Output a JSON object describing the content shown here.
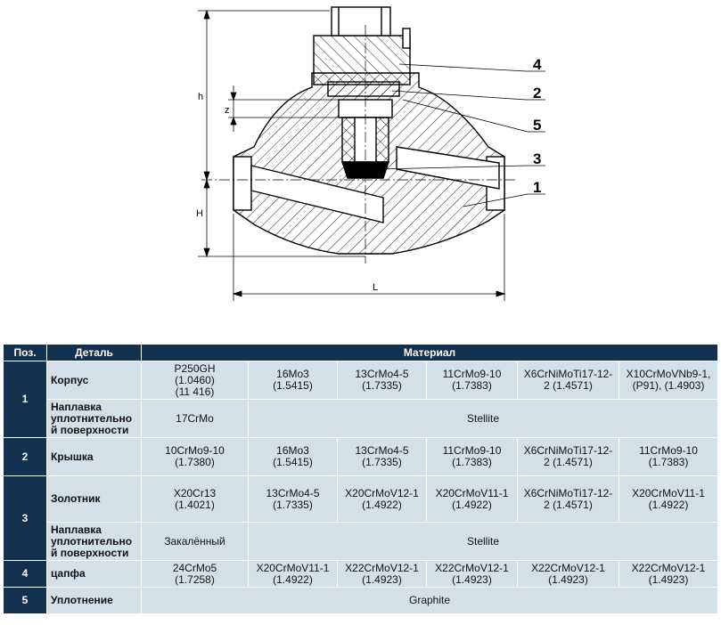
{
  "drawing": {
    "dimensions": {
      "h": "h",
      "z": "z",
      "H": "H",
      "L": "L"
    },
    "callouts": [
      "4",
      "2",
      "5",
      "3",
      "1"
    ]
  },
  "table": {
    "headers": {
      "pos": "Поз.",
      "part": "Деталь",
      "material": "Материал"
    },
    "rows": [
      {
        "pos": "1",
        "sub": [
          {
            "part": "Корпус",
            "cells": [
              [
                "P250GH",
                "(1.0460)",
                "(11 416)"
              ],
              [
                "16Mo3",
                "(1.5415)"
              ],
              [
                "13CrMo4-5",
                "(1.7335)"
              ],
              [
                "11CrMo9-10",
                "(1.7383)"
              ],
              [
                "X6CrNiMoTi17-12-",
                "2 (1.4571)"
              ],
              [
                "X10CrMoVNb9-1,",
                "(P91), (1.4903)"
              ]
            ]
          },
          {
            "part": "Наплавка уплотнительно й поверхности",
            "first": "17CrMo",
            "span": "Stellite"
          }
        ]
      },
      {
        "pos": "2",
        "sub": [
          {
            "part": "Крышка",
            "cells": [
              [
                "10CrMo9-10",
                "(1.7380)"
              ],
              [
                "16Mo3",
                "(1.5415)"
              ],
              [
                "13CrMo4-5",
                "(1.7335)"
              ],
              [
                "11CrMo9-10",
                "(1.7383)"
              ],
              [
                "X6CrNiMoTi17-12-",
                "2 (1.4571)"
              ],
              [
                "11CrMo9-10",
                "(1.7383)"
              ]
            ]
          }
        ]
      },
      {
        "pos": "3",
        "sub": [
          {
            "part": "Золотник",
            "cells": [
              [
                "X20Cr13",
                "(1.4021)"
              ],
              [
                "13CrMo4-5",
                "(1.7335)"
              ],
              [
                "X20CrMoV12-1",
                "(1.4922)"
              ],
              [
                "X20CrMoV11-1",
                "(1.4922)"
              ],
              [
                "X6CrNiMoTi17-12-",
                "2 (1.4571)"
              ],
              [
                "X20CrMoV11-1",
                "(1.4922)"
              ]
            ]
          },
          {
            "part": "Наплавка уплотнительно й поверхности",
            "first": "Закалённый",
            "span": "Stellite"
          }
        ]
      },
      {
        "pos": "4",
        "sub": [
          {
            "part": "цапфа",
            "cells": [
              [
                "24CrMo5",
                "(1.7258)"
              ],
              [
                "X20CrMoV11-1",
                "(1.4922)"
              ],
              [
                "X22CrMoV12-1",
                "(1.4923)"
              ],
              [
                "X22CrMoV12-1",
                "(1.4923)"
              ],
              [
                "X22CrMoV12-1",
                "(1.4923)"
              ],
              [
                "X22CrMoV12-1",
                "(1.4923)"
              ]
            ]
          }
        ]
      },
      {
        "pos": "5",
        "sub": [
          {
            "part": "Уплотнение",
            "full": "Graphite"
          }
        ]
      }
    ]
  }
}
